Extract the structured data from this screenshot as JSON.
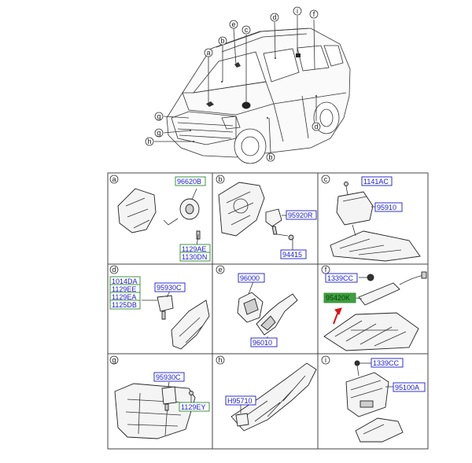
{
  "callouts": {
    "a": "a",
    "b": "b",
    "c": "c",
    "d": "d",
    "i": "i",
    "f": "f",
    "g": "g",
    "h": "h"
  },
  "panels": [
    {
      "letter": "a",
      "parts": [
        "96620B",
        "1129AE",
        "1130DN"
      ]
    },
    {
      "letter": "b",
      "parts": [
        "95920R",
        "94415"
      ]
    },
    {
      "letter": "c",
      "parts": [
        "1141AC",
        "95910"
      ]
    },
    {
      "letter": "d",
      "parts": [
        "1014DA",
        "1129EE",
        "1129EA",
        "1125DB",
        "95930C"
      ]
    },
    {
      "letter": "e",
      "parts": [
        "96000",
        "96010"
      ]
    },
    {
      "letter": "f",
      "parts": [
        "1339CC",
        "95420K"
      ]
    },
    {
      "letter": "g",
      "parts": [
        "95930C",
        "1129EY"
      ]
    },
    {
      "letter": "h",
      "parts": [
        "H95710"
      ]
    },
    {
      "letter": "i",
      "parts": [
        "1339CC",
        "95100A"
      ]
    }
  ],
  "colors": {
    "part_number_text": "#1a1acc",
    "part_box_blue": "#1a1acc",
    "part_box_green": "#2c8a2c",
    "highlight_fill": "#3fa03f",
    "arrow": "#e01010"
  }
}
